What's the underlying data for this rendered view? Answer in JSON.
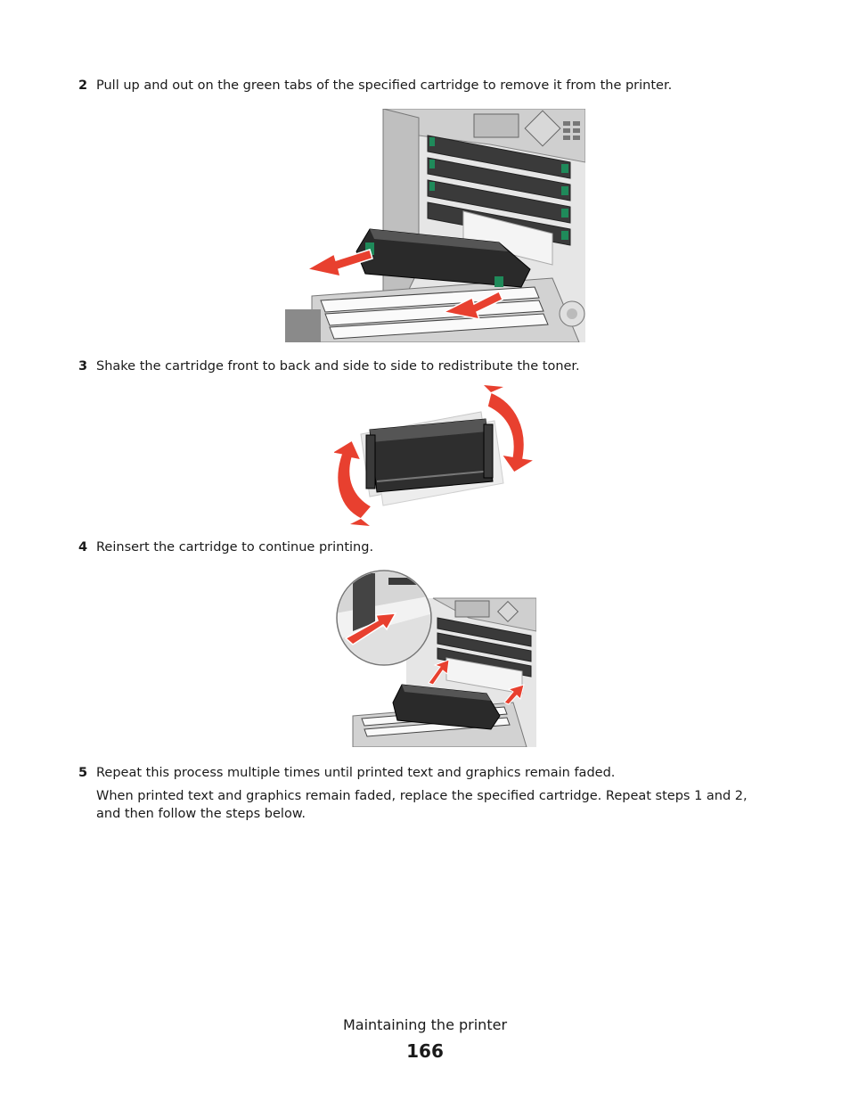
{
  "steps": [
    {
      "num": "2",
      "text": "Pull up and out on the green tabs of the specified cartridge to remove it from the printer."
    },
    {
      "num": "3",
      "text": "Shake the cartridge front to back and side to side to redistribute the toner."
    },
    {
      "num": "4",
      "text": "Reinsert the cartridge to continue printing."
    },
    {
      "num": "5",
      "text": "Repeat this process multiple times until printed text and graphics remain faded."
    }
  ],
  "step5_detail": "When printed text and graphics remain faded, replace the specified cartridge. Repeat steps 1 and 2, and then follow the steps below.",
  "footer": {
    "section": "Maintaining the printer",
    "page_number": "166"
  },
  "colors": {
    "arrow_red": "#e8402f",
    "tab_green": "#1f8a5a"
  }
}
